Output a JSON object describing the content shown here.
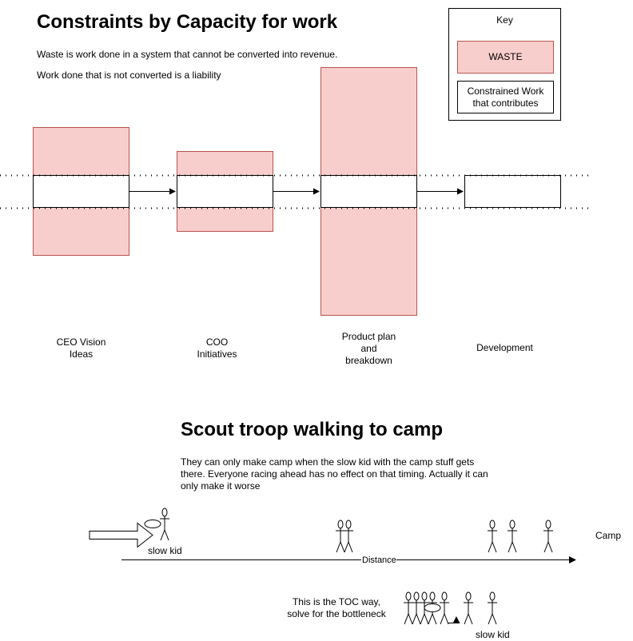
{
  "section1": {
    "title": "Constraints by Capacity for work",
    "line1": "Waste is work done in a system that cannot be converted into revenue.",
    "line2": "Work done that is not converted is a liability",
    "stages": [
      {
        "label": "CEO Vision\nIdeas"
      },
      {
        "label": "COO\nInitiatives"
      },
      {
        "label": "Product  plan\nand\nbreakdown"
      },
      {
        "label": "Development"
      }
    ]
  },
  "key": {
    "title": "Key",
    "waste_label": "WASTE",
    "work_label": "Constrained Work\nthat contributes"
  },
  "section2": {
    "title": "Scout troop walking to camp",
    "description": "They can only make camp when the slow kid with the camp stuff gets there. Everyone racing ahead has no effect on that timing. Actually it can only make it worse",
    "slow_kid_label": "slow kid",
    "camp_label": "Camp",
    "distance_label": "Distance",
    "toc_label": "This is the TOC way,\nsolve for the bottleneck",
    "slow_kid_label_2": "slow kid"
  },
  "colors": {
    "waste_fill": "#f8cecc",
    "waste_stroke": "#b85450"
  }
}
